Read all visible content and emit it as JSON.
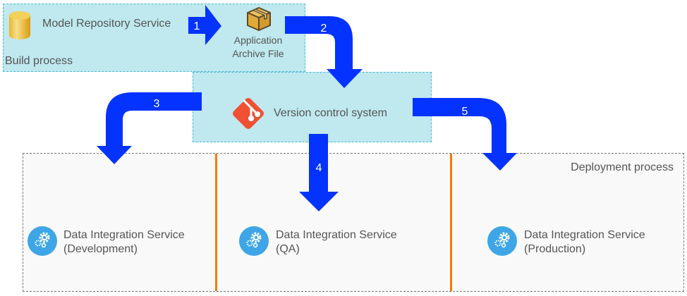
{
  "build": {
    "label": "Build process",
    "repository": "Model Repository Service",
    "archive_line1": "Application",
    "archive_line2": "Archive File"
  },
  "vcs": {
    "label": "Version control system"
  },
  "deploy": {
    "label": "Deployment process",
    "services": [
      {
        "line1": "Data Integration Service",
        "line2": "(Development)"
      },
      {
        "line1": "Data Integration Service",
        "line2": "(QA)"
      },
      {
        "line1": "Data Integration Service",
        "line2": "(Production)"
      }
    ]
  },
  "arrows": [
    {
      "step": "1"
    },
    {
      "step": "2"
    },
    {
      "step": "3"
    },
    {
      "step": "4"
    },
    {
      "step": "5"
    }
  ],
  "colors": {
    "arrow": "#0433ff",
    "process_fill": "#bfe8ef",
    "divider": "#f57c00",
    "git": "#f05033",
    "gear": "#3ea6e6"
  }
}
